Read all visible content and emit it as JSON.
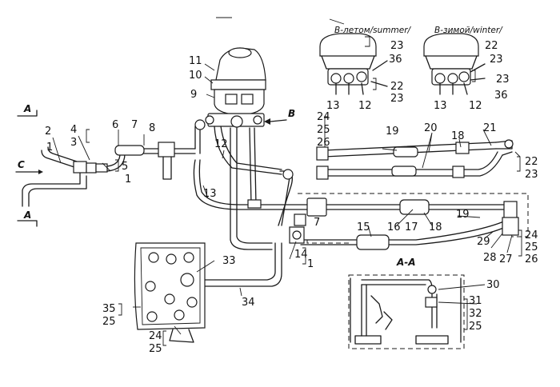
{
  "headings": {
    "summer": "В-летом/summer/",
    "winter": "В-зимой/winter/",
    "section_aa": "А-А"
  },
  "section_marks": {
    "a_top": "А",
    "c": "С",
    "a_bottom": "А",
    "view_b": "В"
  },
  "callouts": {
    "c11": "11",
    "c10": "10",
    "c9": "9",
    "s23a": "23",
    "s36": "36",
    "s22": "22",
    "s23b": "23",
    "s13": "13",
    "s12": "12",
    "w22": "22",
    "w23a": "23",
    "w23b": "23",
    "w36": "36",
    "w13": "13",
    "w12": "12",
    "c2": "2",
    "c1a": "1",
    "c4": "4",
    "c3": "3",
    "c6": "6",
    "c7a": "7",
    "c8": "8",
    "c5": "5",
    "c1b": "1",
    "c12": "12",
    "c13": "13",
    "c24a": "24",
    "c25a": "25",
    "c26a": "26",
    "c19a": "19",
    "c20": "20",
    "c18a": "18",
    "c21": "21",
    "c22": "22",
    "c23": "23",
    "c7b": "7",
    "c15": "15",
    "c16": "16",
    "c17": "17",
    "c18b": "18",
    "c19b": "19",
    "c14": "14",
    "c1c": "1",
    "c29": "29",
    "c28": "28",
    "c27": "27",
    "c24b": "24",
    "c25b": "25",
    "c26b": "26",
    "c33": "33",
    "c34": "34",
    "c35": "35",
    "c25c": "25",
    "c24c": "24",
    "c25d": "25",
    "c30": "30",
    "c31": "31",
    "c32": "32",
    "c25e": "25"
  }
}
